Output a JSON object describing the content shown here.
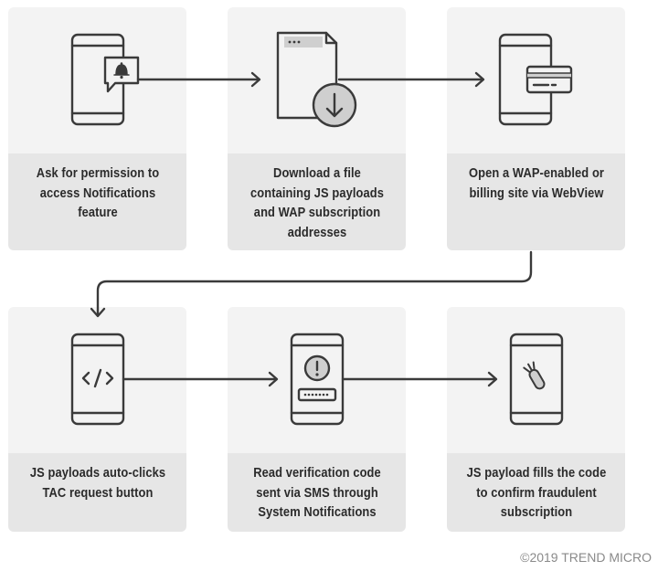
{
  "steps": [
    {
      "text": "Ask for permission to access Notifications feature"
    },
    {
      "text": "Download a file containing JS payloads and WAP subscription addresses"
    },
    {
      "text": "Open a WAP-enabled or billing site via WebView"
    },
    {
      "text": "JS payloads auto-clicks TAC request button"
    },
    {
      "text": "Read verification code sent via SMS through System Notifications"
    },
    {
      "text": "JS payload fills the code to confirm fraudulent subscription"
    }
  ],
  "icons": [
    "phone-notification-bell-icon",
    "file-download-icon",
    "phone-browser-card-icon",
    "phone-code-icon",
    "phone-alert-sms-icon",
    "phone-missile-icon"
  ],
  "colors": {
    "card_top": "#f3f3f3",
    "card_bottom": "#e6e6e6",
    "stroke": "#3a3a3a",
    "accent_fill": "#cfcfcf"
  },
  "footer": {
    "copyright": "©2019 TREND MICRO"
  }
}
